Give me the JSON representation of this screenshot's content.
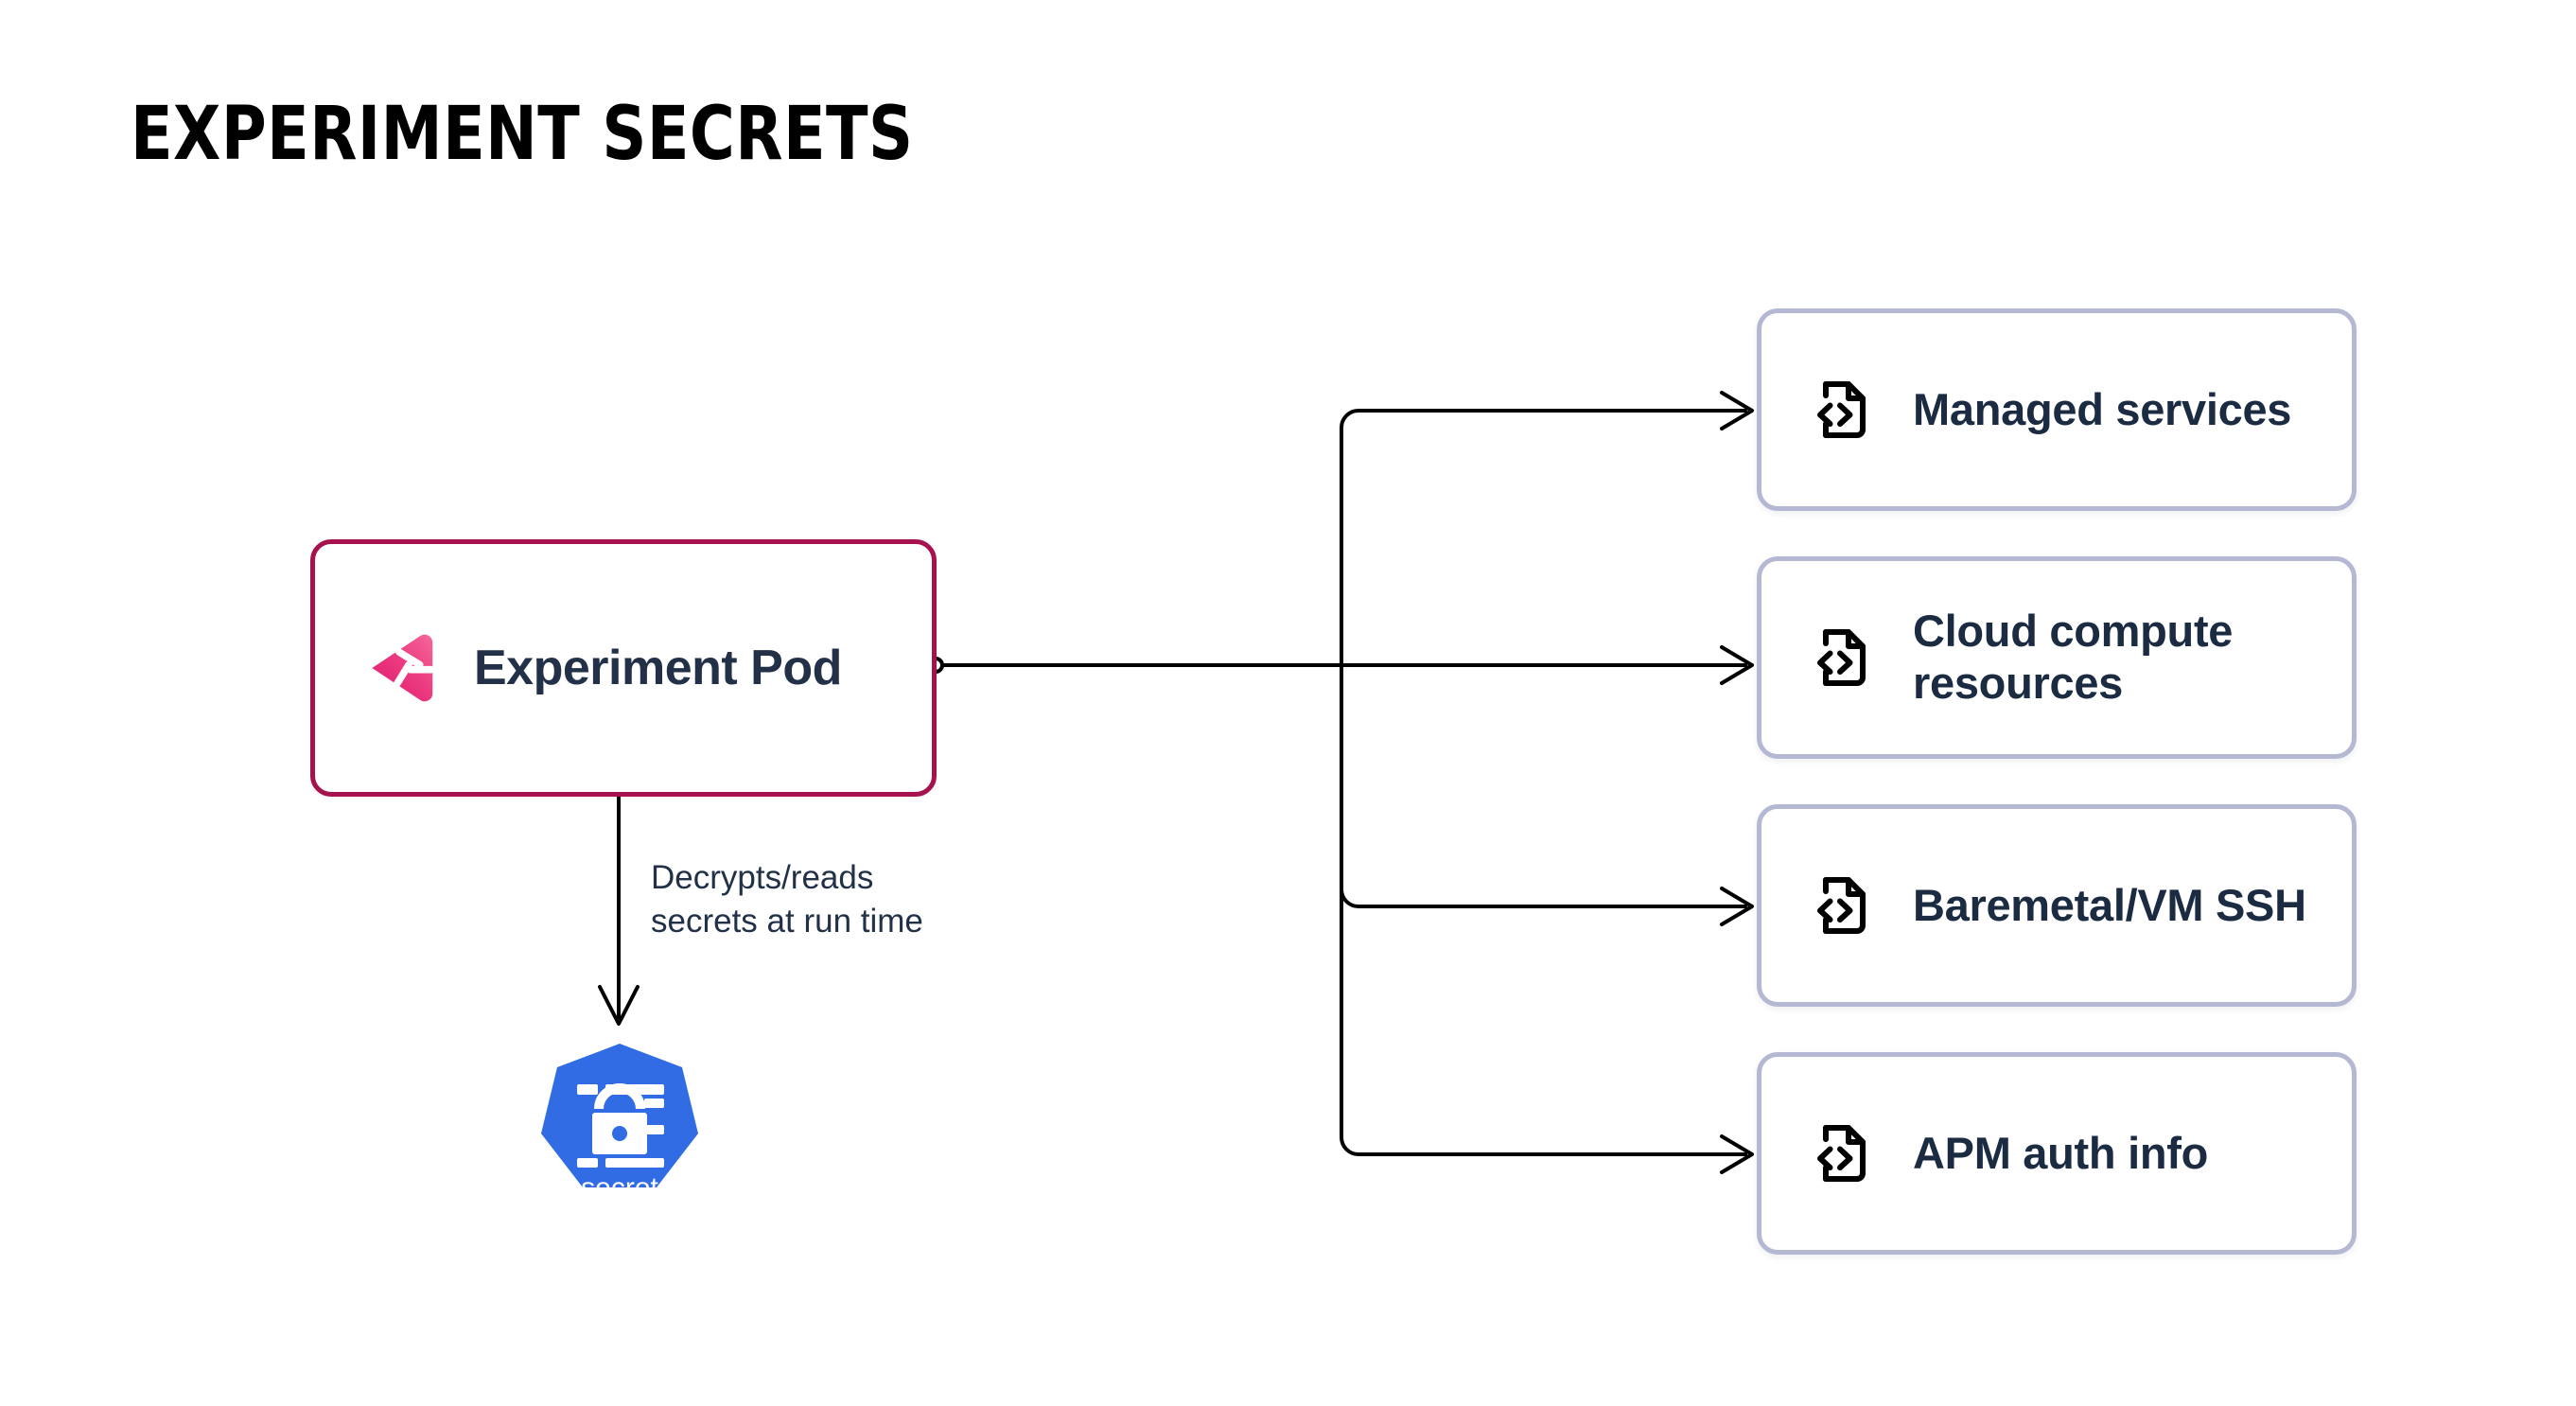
{
  "page": {
    "title": "EXPERIMENT SECRETS",
    "background_color": "#FFFFFF"
  },
  "colors": {
    "title_text": "#000000",
    "pod_border": "#A5124E",
    "pod_logo_gradient_start": "#F4568C",
    "pod_logo_gradient_end": "#E0176F",
    "node_text": "#223147",
    "card_border": "#B5B8D2",
    "card_text": "#1B2B42",
    "card_icon": "#000000",
    "connector_line": "#000000",
    "kubernetes_blue": "#326CE5"
  },
  "source_node": {
    "label": "Experiment Pod",
    "icon": "gremlin-logo-icon",
    "border_color": "#A5124E"
  },
  "edge_caption": {
    "text": "Decrypts/reads\nsecrets at run time",
    "line_1": "Decrypts/reads",
    "line_2": "secrets at run time"
  },
  "secret_node": {
    "label": "secret",
    "icon": "kubernetes-secret-icon",
    "shape": "heptagon",
    "color": "#326CE5"
  },
  "targets": [
    {
      "label": "Managed services",
      "line_1": "Managed",
      "line_2": "services",
      "icon": "code-file-icon"
    },
    {
      "label": "Cloud compute resources",
      "line_1": "Cloud compute",
      "line_2": "resources",
      "icon": "code-file-icon"
    },
    {
      "label": "Baremetal/VM SSH",
      "line_1": "Baremetal/VM",
      "line_2": "SSH",
      "icon": "code-file-icon"
    },
    {
      "label": "APM auth info",
      "line_1": "APM auth info",
      "line_2": "",
      "icon": "code-file-icon"
    }
  ],
  "connectors": {
    "source_port_style": "small-open-circle",
    "arrowhead_style": "open-v",
    "branch_count": 4,
    "down_arrow_target": "secret"
  }
}
